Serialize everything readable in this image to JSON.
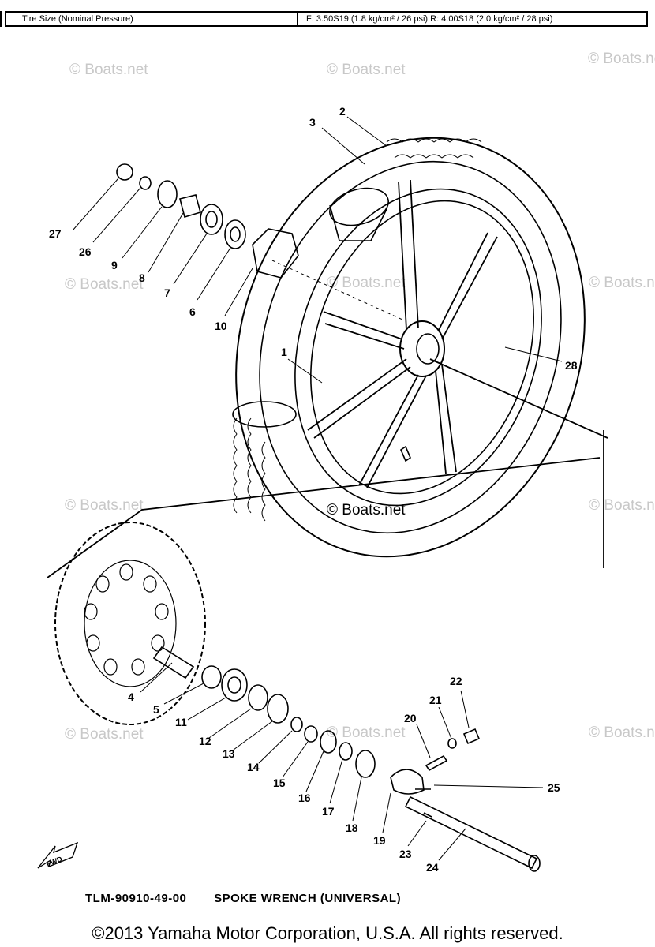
{
  "spec": {
    "label": "Tire Size (Nominal Pressure)",
    "value": "F: 3.50S19 (1.8 kg/cm² / 26 psi)  R: 4.00S18 (2.0 kg/cm² / 28 psi)"
  },
  "watermark": "© Boats.net",
  "callouts": [
    "1",
    "2",
    "3",
    "4",
    "5",
    "6",
    "7",
    "8",
    "9",
    "10",
    "11",
    "12",
    "13",
    "14",
    "15",
    "16",
    "17",
    "18",
    "19",
    "20",
    "21",
    "22",
    "23",
    "24",
    "25",
    "26",
    "27",
    "28"
  ],
  "fwd_label": "FWD",
  "tool": {
    "part_number": "TLM-90910-49-00",
    "name": "SPOKE WRENCH (UNIVERSAL)"
  },
  "copyright": "©2013 Yamaha Motor Corporation, U.S.A. All rights reserved."
}
